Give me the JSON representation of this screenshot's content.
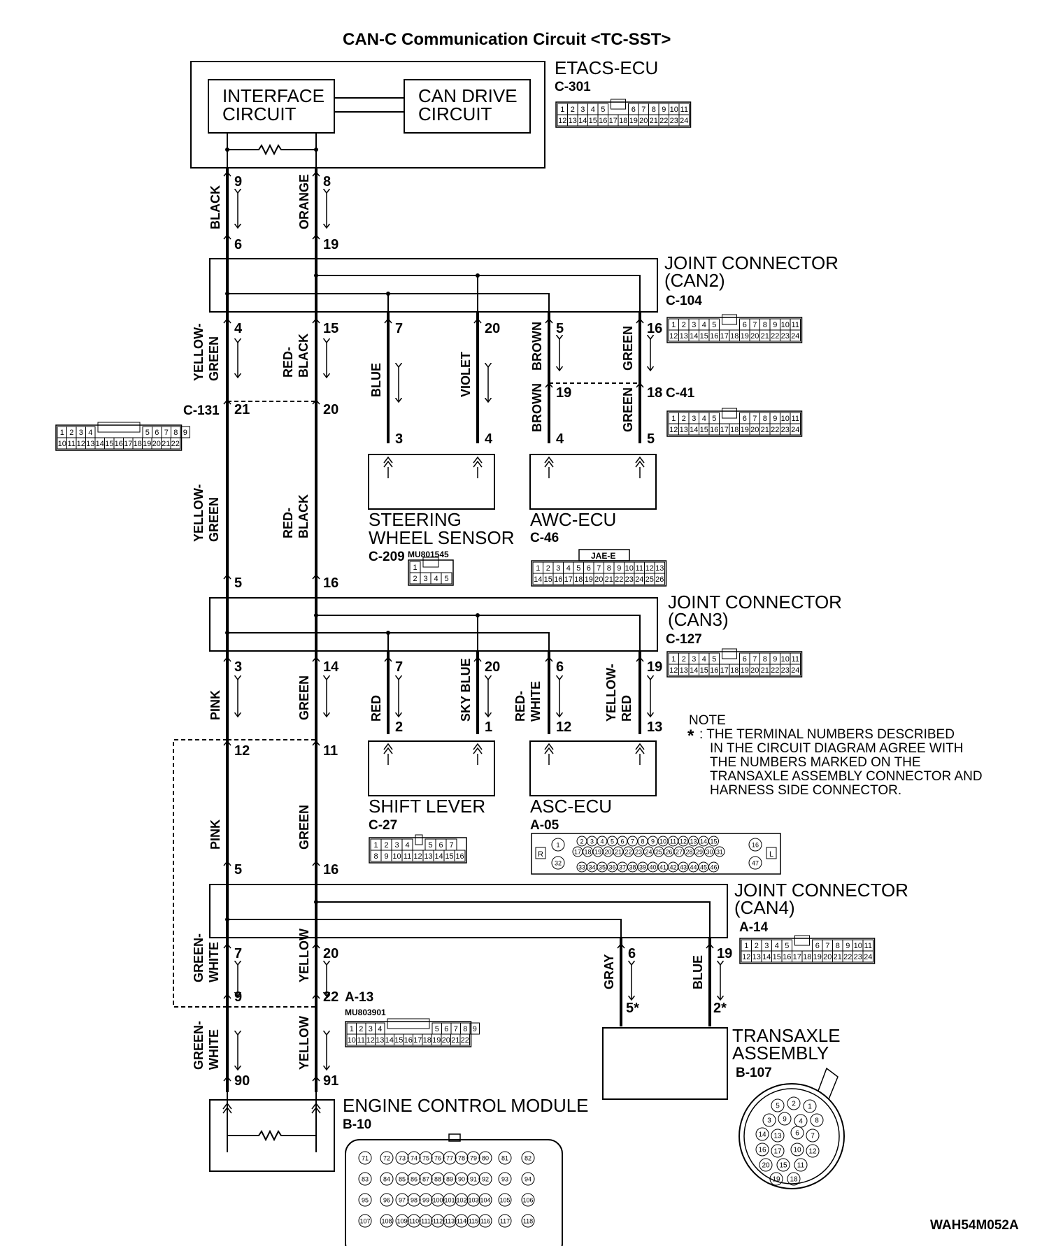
{
  "title": "CAN-C Communication Circuit <TC-SST>",
  "figure_id": "WAH54M052A",
  "etacs": {
    "name": "ETACS-ECU",
    "connector": "C-301",
    "interface": [
      "INTERFACE",
      "CIRCUIT"
    ],
    "can_drive": [
      "CAN DRIVE",
      "CIRCUIT"
    ],
    "pins_top": "9",
    "pins_top_b": "8"
  },
  "jc2": {
    "name": [
      "JOINT CONNECTOR",
      "(CAN2)"
    ],
    "connector": "C-104"
  },
  "jc3": {
    "name": [
      "JOINT CONNECTOR",
      "(CAN3)"
    ],
    "connector": "C-127"
  },
  "jc4": {
    "name": [
      "JOINT CONNECTOR",
      "(CAN4)"
    ],
    "connector": "A-14"
  },
  "c131": "C-131",
  "c41": "C-41",
  "a13": "A-13",
  "a13_part": "MU803901",
  "steering": {
    "name": [
      "STEERING",
      "WHEEL SENSOR"
    ],
    "connector": "C-209",
    "part": "MU801545"
  },
  "awc": {
    "name": "AWC-ECU",
    "connector": "C-46",
    "tag": "JAE-E"
  },
  "shift": {
    "name": "SHIFT LEVER",
    "connector": "C-27"
  },
  "asc": {
    "name": "ASC-ECU",
    "connector": "A-05"
  },
  "transaxle": {
    "name": [
      "TRANSAXLE",
      "ASSEMBLY"
    ],
    "connector": "B-107"
  },
  "ecm": {
    "name": "ENGINE CONTROL MODULE",
    "connector": "B-10"
  },
  "note": {
    "heading": "NOTE",
    "star": "*",
    "lines": [
      ": THE TERMINAL NUMBERS DESCRIBED",
      "IN THE CIRCUIT DIAGRAM AGREE WITH",
      "THE NUMBERS MARKED ON THE",
      "TRANSAXLE ASSEMBLY CONNECTOR AND",
      "HARNESS SIDE CONNECTOR."
    ]
  },
  "wires": {
    "black": "BLACK",
    "orange": "ORANGE",
    "yellow_green": [
      "YELLOW-",
      "GREEN"
    ],
    "red_black": [
      "RED-",
      "BLACK"
    ],
    "blue": "BLUE",
    "violet": "VIOLET",
    "brown": "BROWN",
    "green": "GREEN",
    "pink": "PINK",
    "red": "RED",
    "sky_blue": "SKY BLUE",
    "red_white": [
      "RED-",
      "WHITE"
    ],
    "yellow_red": [
      "YELLOW-",
      "RED"
    ],
    "green_white": [
      "GREEN-",
      "WHITE"
    ],
    "yellow": "YELLOW",
    "gray": "GRAY"
  },
  "pins": {
    "e9": "9",
    "e8": "8",
    "j2_6": "6",
    "j2_19": "19",
    "j2_4": "4",
    "j2_15": "15",
    "j2_7": "7",
    "j2_20": "20",
    "j2_5": "5",
    "j2_16": "16",
    "c131_21": "21",
    "c131_20": "20",
    "c41_19": "19",
    "c41_18": "18",
    "s3": "3",
    "s4": "4",
    "a4": "4",
    "a5": "5",
    "j3_5": "5",
    "j3_16": "16",
    "j3_3": "3",
    "j3_14": "14",
    "j3_7": "7",
    "j3_20": "20",
    "j3_6": "6",
    "j3_19": "19",
    "sl2": "2",
    "sl1": "1",
    "asc12": "12",
    "asc13": "13",
    "p12": "12",
    "p11": "11",
    "p5": "5",
    "p16": "16",
    "j4_7": "7",
    "j4_20": "20",
    "j4_6": "6",
    "j4_19": "19",
    "a13_9": "9",
    "a13_22": "22",
    "t5": "5*",
    "t2": "2*",
    "ecm90": "90",
    "ecm91": "91"
  },
  "conn24": {
    "top": [
      "1",
      "2",
      "3",
      "4",
      "5",
      "6",
      "7",
      "8",
      "9",
      "10",
      "11"
    ],
    "bottom": [
      "12",
      "13",
      "14",
      "15",
      "16",
      "17",
      "18",
      "19",
      "20",
      "21",
      "22",
      "23",
      "24"
    ]
  },
  "conn22": {
    "top": [
      "1",
      "2",
      "3",
      "4",
      "5",
      "6",
      "7",
      "8",
      "9"
    ],
    "bottom": [
      "10",
      "11",
      "12",
      "13",
      "14",
      "15",
      "16",
      "17",
      "18",
      "19",
      "20",
      "21",
      "22"
    ]
  },
  "conn26": {
    "top": [
      "1",
      "2",
      "3",
      "4",
      "5",
      "6",
      "7",
      "8",
      "9",
      "10",
      "11",
      "12",
      "13"
    ],
    "bottom": [
      "14",
      "15",
      "16",
      "17",
      "18",
      "19",
      "20",
      "21",
      "22",
      "23",
      "24",
      "25",
      "26"
    ]
  },
  "conn5": {
    "top": [
      "1"
    ],
    "bottom": [
      "2",
      "3",
      "4",
      "5"
    ]
  },
  "conn16": {
    "top": [
      "1",
      "2",
      "3",
      "4",
      "5",
      "6",
      "7"
    ],
    "bottom": [
      "8",
      "9",
      "10",
      "11",
      "12",
      "13",
      "14",
      "15",
      "16"
    ]
  },
  "conn47": {
    "r": "R",
    "l": "L",
    "row1": [
      "2",
      "3",
      "4",
      "5",
      "6",
      "7",
      "8",
      "9",
      "10",
      "11",
      "12",
      "13",
      "14",
      "15"
    ],
    "row2": [
      "17",
      "18",
      "19",
      "20",
      "21",
      "22",
      "23",
      "24",
      "25",
      "26",
      "27",
      "28",
      "29",
      "30",
      "31"
    ],
    "row3": [
      "33",
      "34",
      "35",
      "36",
      "37",
      "38",
      "39",
      "40",
      "41",
      "42",
      "43",
      "44",
      "45",
      "46"
    ],
    "left": [
      "1",
      "32"
    ],
    "right": [
      "16",
      "47"
    ]
  },
  "b10": {
    "rows": [
      [
        "71",
        "72",
        "73",
        "74",
        "75",
        "76",
        "77",
        "78",
        "79",
        "80",
        "81",
        "82"
      ],
      [
        "83",
        "84",
        "85",
        "86",
        "87",
        "88",
        "89",
        "90",
        "91",
        "92",
        "93",
        "94"
      ],
      [
        "95",
        "96",
        "97",
        "98",
        "99",
        "100",
        "101",
        "102",
        "103",
        "104",
        "105",
        "106"
      ],
      [
        "107",
        "108",
        "109",
        "110",
        "111",
        "112",
        "113",
        "114",
        "115",
        "116",
        "117",
        "118"
      ]
    ]
  },
  "b107": [
    "5",
    "2",
    "1",
    "3",
    "9",
    "8",
    "4",
    "7",
    "6",
    "14",
    "13",
    "12",
    "10",
    "17",
    "16",
    "11",
    "15",
    "20",
    "19",
    "18"
  ]
}
